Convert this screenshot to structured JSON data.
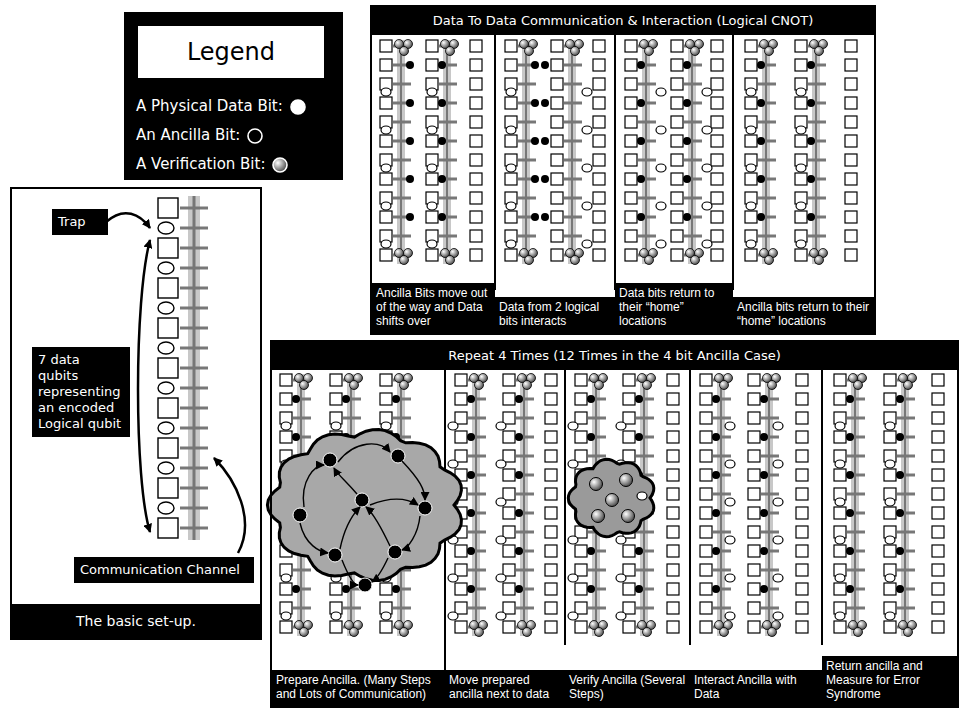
{
  "diagram": {
    "nodes": [
      {
        "text": [
          "Legend"
        ]
      },
      {
        "text": [
          "Data To Data Communication & Interaction (Logical CNOT)"
        ]
      },
      {
        "text": [
          "Ancilla Bits move out of the way and Data shifts over"
        ],
        "in": 1
      },
      {
        "text": [
          "Data from 2 logical bits interacts"
        ],
        "in": 1
      },
      {
        "text": [
          "Data bits return to their “home” locations"
        ],
        "in": 1
      },
      {
        "text": [
          "Ancilla bits return to their “home” locations"
        ],
        "in": 1
      },
      {
        "text": [
          "The basic set-up."
        ]
      },
      {
        "text": [
          "Trap"
        ],
        "in": 6
      },
      {
        "text": [
          "7 data qubits representing an encoded Logical qubit"
        ],
        "in": 6
      },
      {
        "text": [
          "Communication Channel"
        ],
        "in": 6
      },
      {
        "text": [
          "Repeat 4 Times (12 Times in the 4 bit Ancilla Case)"
        ]
      },
      {
        "text": [
          "Prepare Ancilla. (Many Steps and Lots of Communication)"
        ],
        "in": 10
      },
      {
        "text": [
          "Move prepared ancilla next to data"
        ],
        "in": 10
      },
      {
        "text": [
          "Verify Ancilla (Several Steps)"
        ],
        "in": 10
      },
      {
        "text": [
          "Interact Ancilla with Data"
        ],
        "in": 10
      },
      {
        "text": [
          "Return ancilla and Measure for Error Syndrome"
        ],
        "in": 10
      }
    ],
    "legend": [
      {
        "text": "A Physical Data Bit:"
      },
      {
        "text": "An Ancilla Bit:"
      },
      {
        "text": "A Verification Bit:"
      }
    ]
  }
}
